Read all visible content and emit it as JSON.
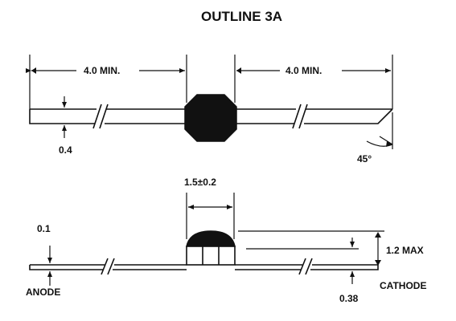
{
  "title": "OUTLINE 3A",
  "top_view": {
    "left_lead_dim": "4.0 MIN.",
    "right_lead_dim": "4.0 MIN.",
    "lead_dia": "0.4",
    "angle": "45°"
  },
  "side_view": {
    "body_width": "1.5±0.2",
    "lead_thickness": "0.1",
    "height": "1.2 MAX",
    "offset": "0.38",
    "anode_label": "ANODE",
    "cathode_label": "CATHODE"
  }
}
